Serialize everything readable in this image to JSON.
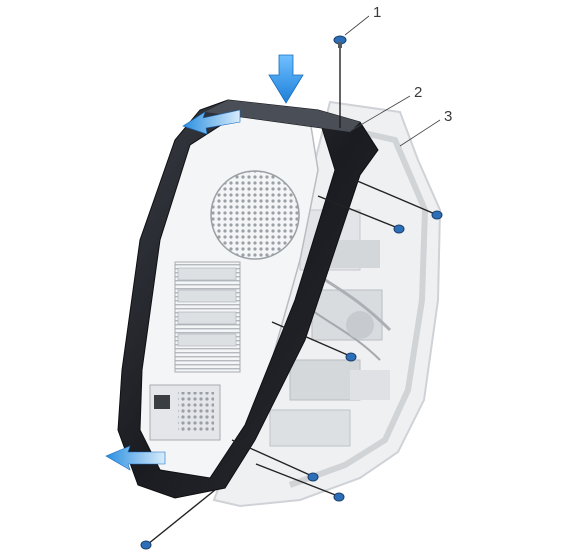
{
  "callouts": [
    {
      "number": "1"
    },
    {
      "number": "2"
    },
    {
      "number": "3"
    }
  ],
  "colors": {
    "bezel": "#1a1c21",
    "bezel_highlight": "#3b3e46",
    "chassis_outline": "#cfd2d6",
    "chassis_fill": "#eef0f2",
    "arrow_blue": "#2a8fe0",
    "screw_head": "#2c6fb8",
    "interior": "#d9dcdf"
  },
  "icons": {
    "arrow_down": "push-down-arrow-icon",
    "arrow_left": "slide-left-arrow-icon",
    "screw": "screw-icon",
    "fan_grille": "fan-grille-icon"
  }
}
